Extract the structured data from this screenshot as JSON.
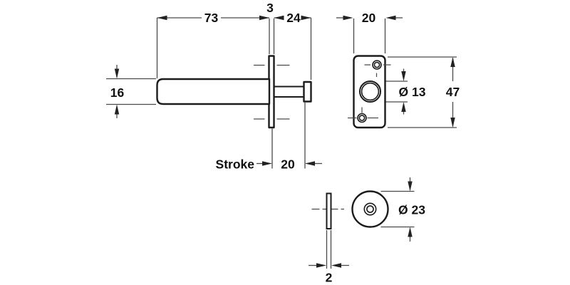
{
  "drawing": {
    "side_view": {
      "dim_body_length": "73",
      "dim_flange_thickness": "3",
      "dim_pin_length": "24",
      "dim_body_height": "16",
      "stroke_label": "Stroke",
      "dim_stroke": "20"
    },
    "plate_view": {
      "dim_width": "20",
      "dim_height": "47",
      "dim_hole_diameter": "Ø 13"
    },
    "disc_view": {
      "dim_diameter": "Ø 23",
      "dim_thickness": "2"
    },
    "colors": {
      "object_line": "#1b1b1b",
      "dimension_line": "#4a4a4a",
      "text": "#111111",
      "background": "#ffffff"
    }
  }
}
